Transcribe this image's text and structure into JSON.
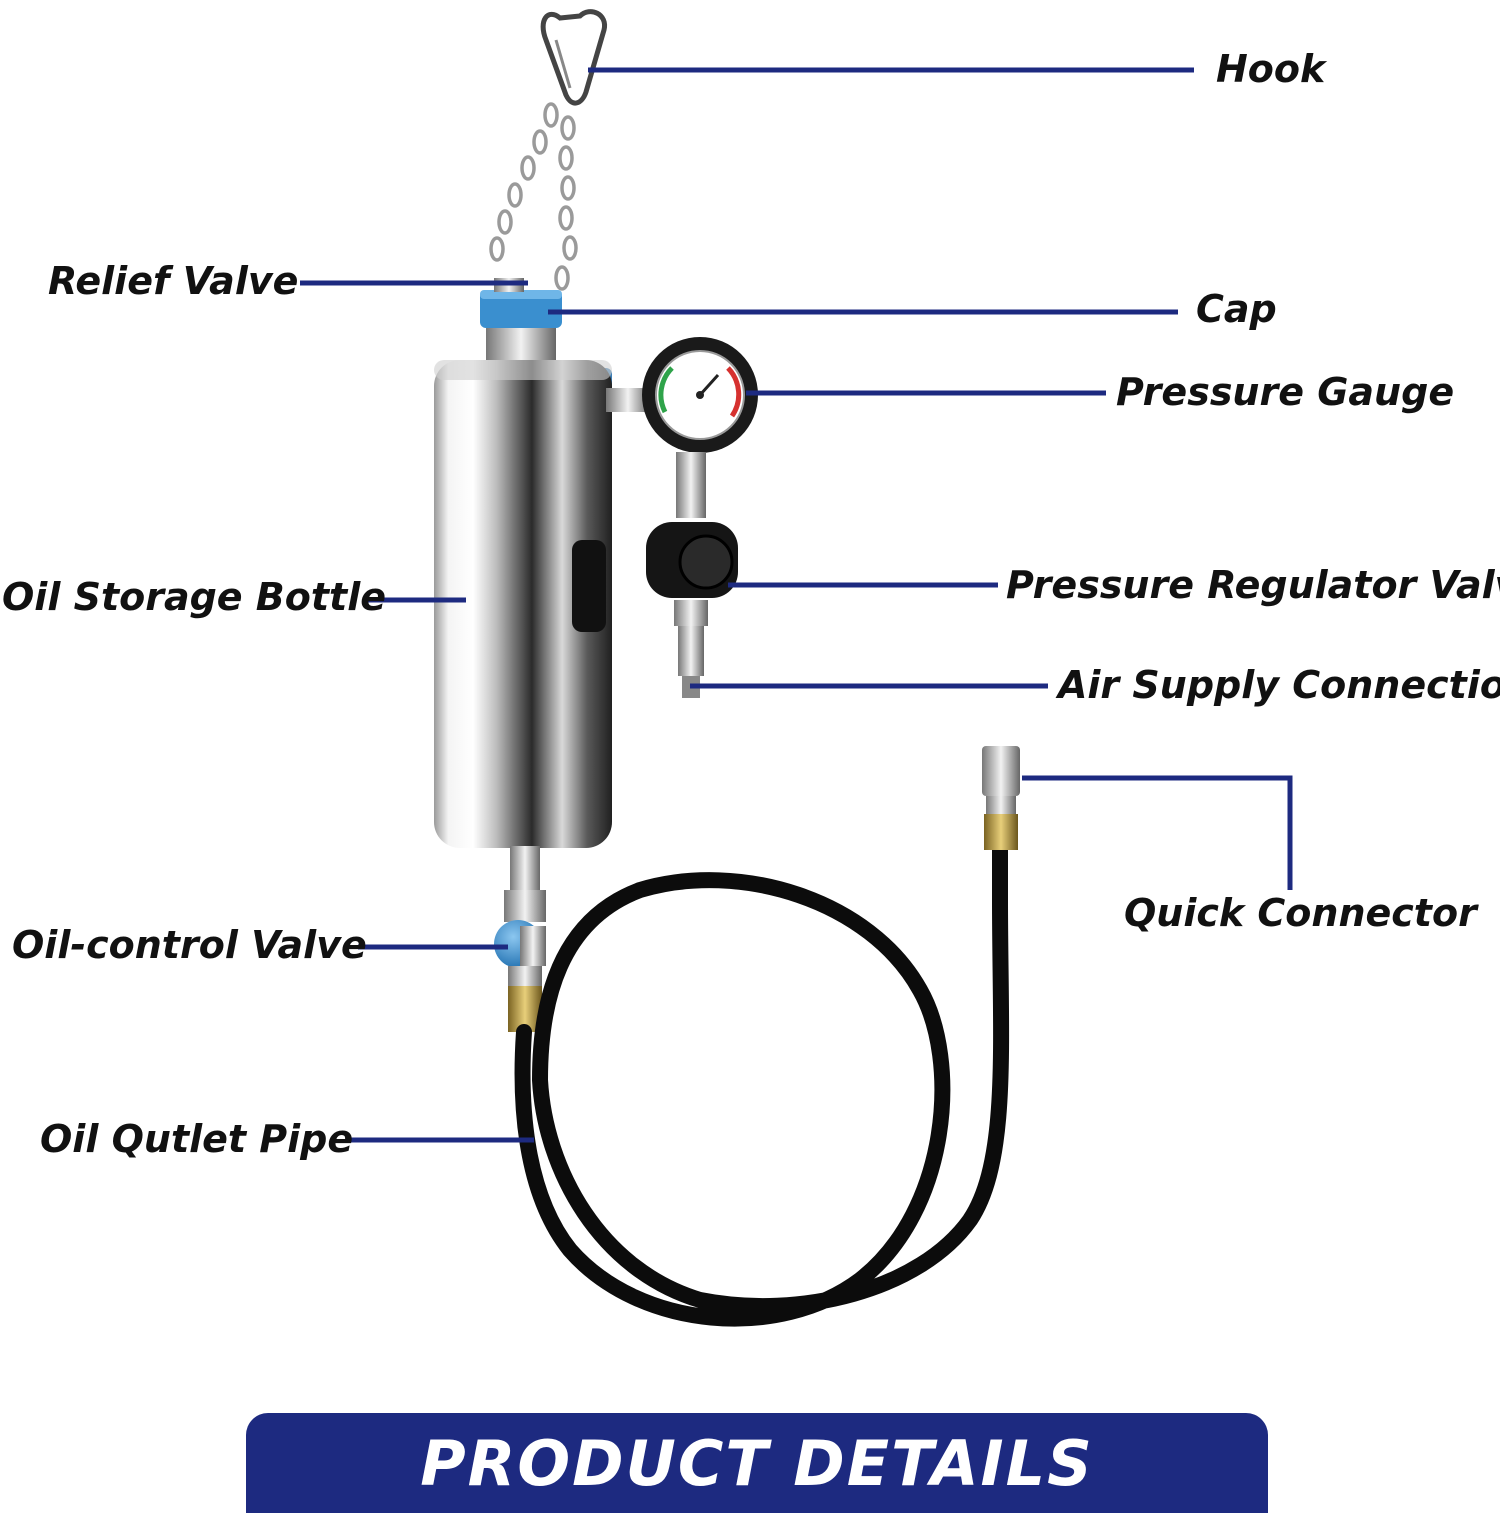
{
  "colors": {
    "leader": "#1d2a80",
    "banner": "#1d2a80",
    "hose": "#0c0c0c",
    "cap": "#3a8fcf"
  },
  "labels": {
    "hook": "Hook",
    "relief_valve": "Relief Valve",
    "cap": "Cap",
    "pressure_gauge": "Pressure Gauge",
    "oil_storage_bottle": "Oil Storage Bottle",
    "pressure_regulator_valve": "Pressure Regulator Valve",
    "air_supply_connection": "Air Supply Connection",
    "quick_connector": "Quick Connector",
    "oil_control_valve": "Oil-control Valve",
    "oil_outlet_pipe": "Oil Qutlet Pipe"
  },
  "banner": {
    "title": "PRODUCT DETAILS"
  }
}
